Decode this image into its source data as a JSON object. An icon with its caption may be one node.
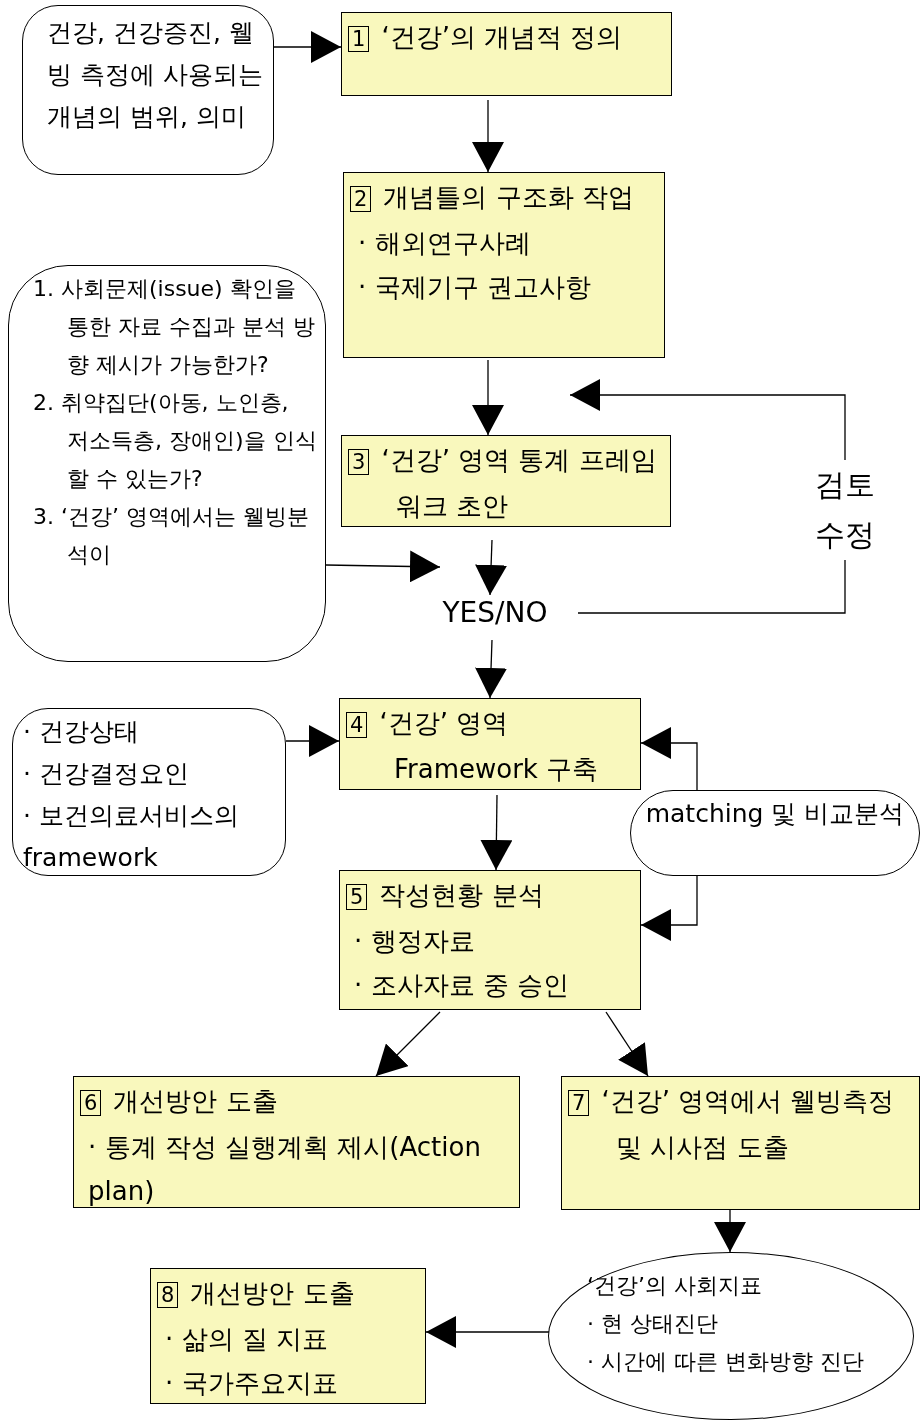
{
  "diagram": {
    "nodes": [
      {
        "text": [
          "건강, 건강증진, 웰빙 측정에 사용되는 개념의 범위, 의미"
        ]
      },
      {
        "text": [
          "1",
          "‘건강’의 개념적 정의"
        ]
      },
      {
        "text": [
          "2",
          "개념틀의 구조화 작업",
          "· 해외연구사례",
          "· 국제기구 권고사항"
        ]
      },
      {
        "text": [
          "1. 사회문제(issue) 확인을 통한 자료 수집과 분석 방향 제시가 가능한가?",
          "2. 취약집단(아동, 노인층, 저소득층, 장애인)을 인식할 수 있는가?",
          "3. ‘건강’ 영역에서는 웰빙분석이"
        ]
      },
      {
        "text": [
          "3",
          "‘건강’ 영역 통계 프레임워크 초안"
        ]
      },
      {
        "text": [
          "YES/NO"
        ]
      },
      {
        "text": [
          "· 건강상태",
          "· 건강결정요인",
          "· 보건의료서비스의 framework"
        ]
      },
      {
        "text": [
          "4",
          "‘건강’ 영역 Framework 구축"
        ]
      },
      {
        "text": [
          "matching 및 비교분석"
        ]
      },
      {
        "text": [
          "5",
          "작성현황 분석",
          "· 행정자료",
          "· 조사자료 중 승인"
        ]
      },
      {
        "text": [
          "6",
          "개선방안 도출",
          "· 통계 작성 실행계획 제시(Action plan)"
        ]
      },
      {
        "text": [
          "7",
          "‘건강’ 영역에서 웰빙측정 및 시사점 도출"
        ]
      },
      {
        "text": [
          "‘건강’의 사회지표",
          "· 현 상태진단",
          "· 시간에 따른 변화방향 진단"
        ]
      },
      {
        "text": [
          "8",
          "개선방안 도출",
          "· 삶의 질 지표",
          "· 국가주요지표"
        ]
      }
    ],
    "edges": [
      {
        "from": 0,
        "to": 1,
        "arrow": "to"
      },
      {
        "from": 1,
        "to": 2,
        "arrow": "to"
      },
      {
        "from": 2,
        "to": 4,
        "arrow": "to"
      },
      {
        "from": 5,
        "to": null,
        "arrow": "to",
        "label": "검토 수정"
      },
      {
        "from": 4,
        "to": 5,
        "arrow": "to"
      },
      {
        "from": 3,
        "to": 5,
        "arrow": "to"
      },
      {
        "from": 5,
        "to": 7,
        "arrow": "to"
      },
      {
        "from": 6,
        "to": 7,
        "arrow": "to"
      },
      {
        "from": 8,
        "to": 7,
        "arrow": "to"
      },
      {
        "from": 8,
        "to": 9,
        "arrow": "to"
      },
      {
        "from": 7,
        "to": 9,
        "arrow": "to"
      },
      {
        "from": 9,
        "to": 10,
        "arrow": "to"
      },
      {
        "from": 9,
        "to": 11,
        "arrow": "to"
      },
      {
        "from": 11,
        "to": 12,
        "arrow": "to"
      },
      {
        "from": 12,
        "to": 13,
        "arrow": "to"
      }
    ]
  }
}
